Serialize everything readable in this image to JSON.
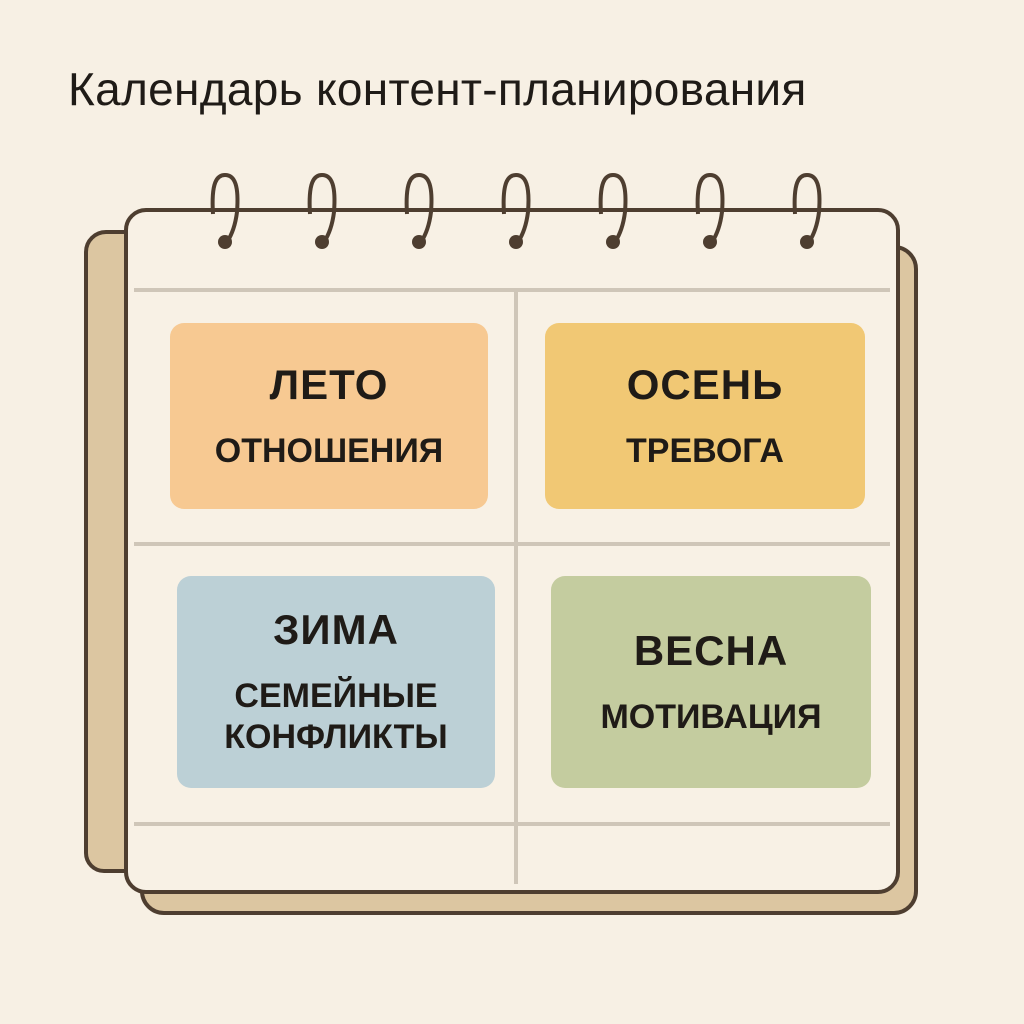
{
  "title": "Календарь контент-планирования",
  "colors": {
    "background": "#f7f0e4",
    "outline": "#4e3e30",
    "summer": "#f7c992",
    "autumn": "#f1c874",
    "winter": "#bcd0d6",
    "spring": "#c4cc9f"
  },
  "calendar": {
    "rings": 7,
    "cards": [
      {
        "season": "ЛЕТО",
        "topic": "ОТНОШЕНИЯ"
      },
      {
        "season": "ОСЕНЬ",
        "topic": "ТРЕВОГА"
      },
      {
        "season": "ЗИМА",
        "topic": "СЕМЕЙНЫЕ КОНФЛИКТЫ"
      },
      {
        "season": "ВЕСНА",
        "topic": "МОТИВАЦИЯ"
      }
    ]
  }
}
